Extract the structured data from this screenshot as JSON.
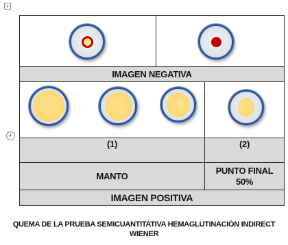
{
  "table": {
    "negative_label": "IMAGEN NEGATIVA",
    "column_1_label": "(1)",
    "column_2_label": "(2)",
    "manto_label": "MANTO",
    "punto_final_line1": "PUNTO FINAL",
    "punto_final_line2": "50%",
    "positive_label": "IMAGEN POSITIVA"
  },
  "caption": {
    "line1": "QUEMA DE LA PRUEBA SEMICUANTITATIVA HEMAGLUTINACIÓN INDIRECT",
    "line2": "WIENER"
  },
  "icons": {
    "move_handle": "move-handle-icon",
    "add_row": "add-row-icon"
  },
  "colors": {
    "ring_border": "#2f5597",
    "negative_dot_1_fill": "#fce37a",
    "negative_dot_1_center": "#c00000",
    "negative_dot_2_fill": "#c00000",
    "positive_well_fill": "#fcd872",
    "header_gray": "#d9d9d9"
  }
}
